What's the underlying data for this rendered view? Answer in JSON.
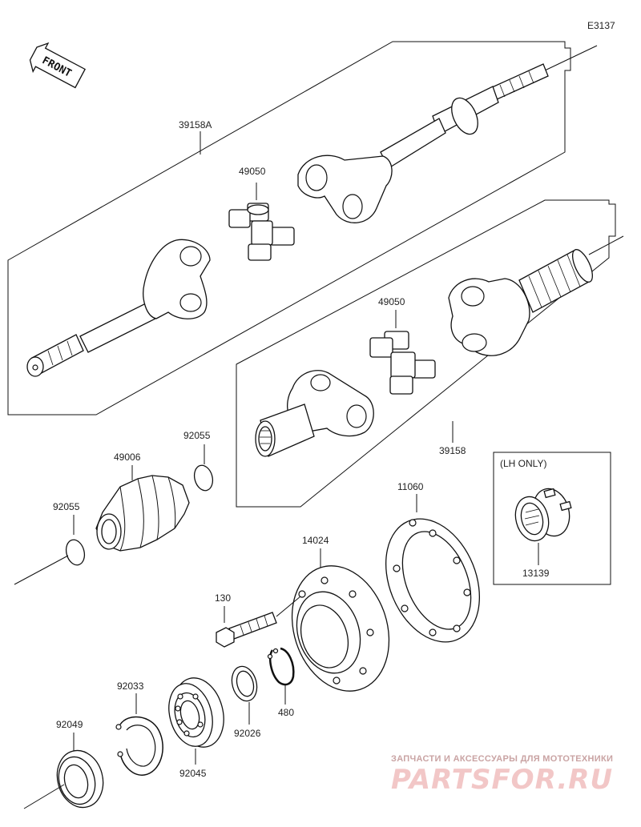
{
  "diagram_code": "E3137",
  "front_label": "FRONT",
  "lh_only_label": "(LH ONLY)",
  "parts": {
    "shaft_upper": "39158A",
    "joint_upper": "49050",
    "joint_lower": "49050",
    "shaft_lower": "39158",
    "ring_top": "92055",
    "ring_left": "92055",
    "boot": "49006",
    "gasket": "11060",
    "housing": "14024",
    "bolt": "130",
    "snap_ring_small": "480",
    "washer": "92026",
    "circlip": "92033",
    "bearing": "92045",
    "seal": "92049",
    "sensor_ring": "13139"
  },
  "watermark": {
    "subtitle": "ЗАПЧАСТИ И АКСЕССУАРЫ ДЛЯ МОТОТЕХНИКИ",
    "brand": "PARTSFOR.RU"
  }
}
